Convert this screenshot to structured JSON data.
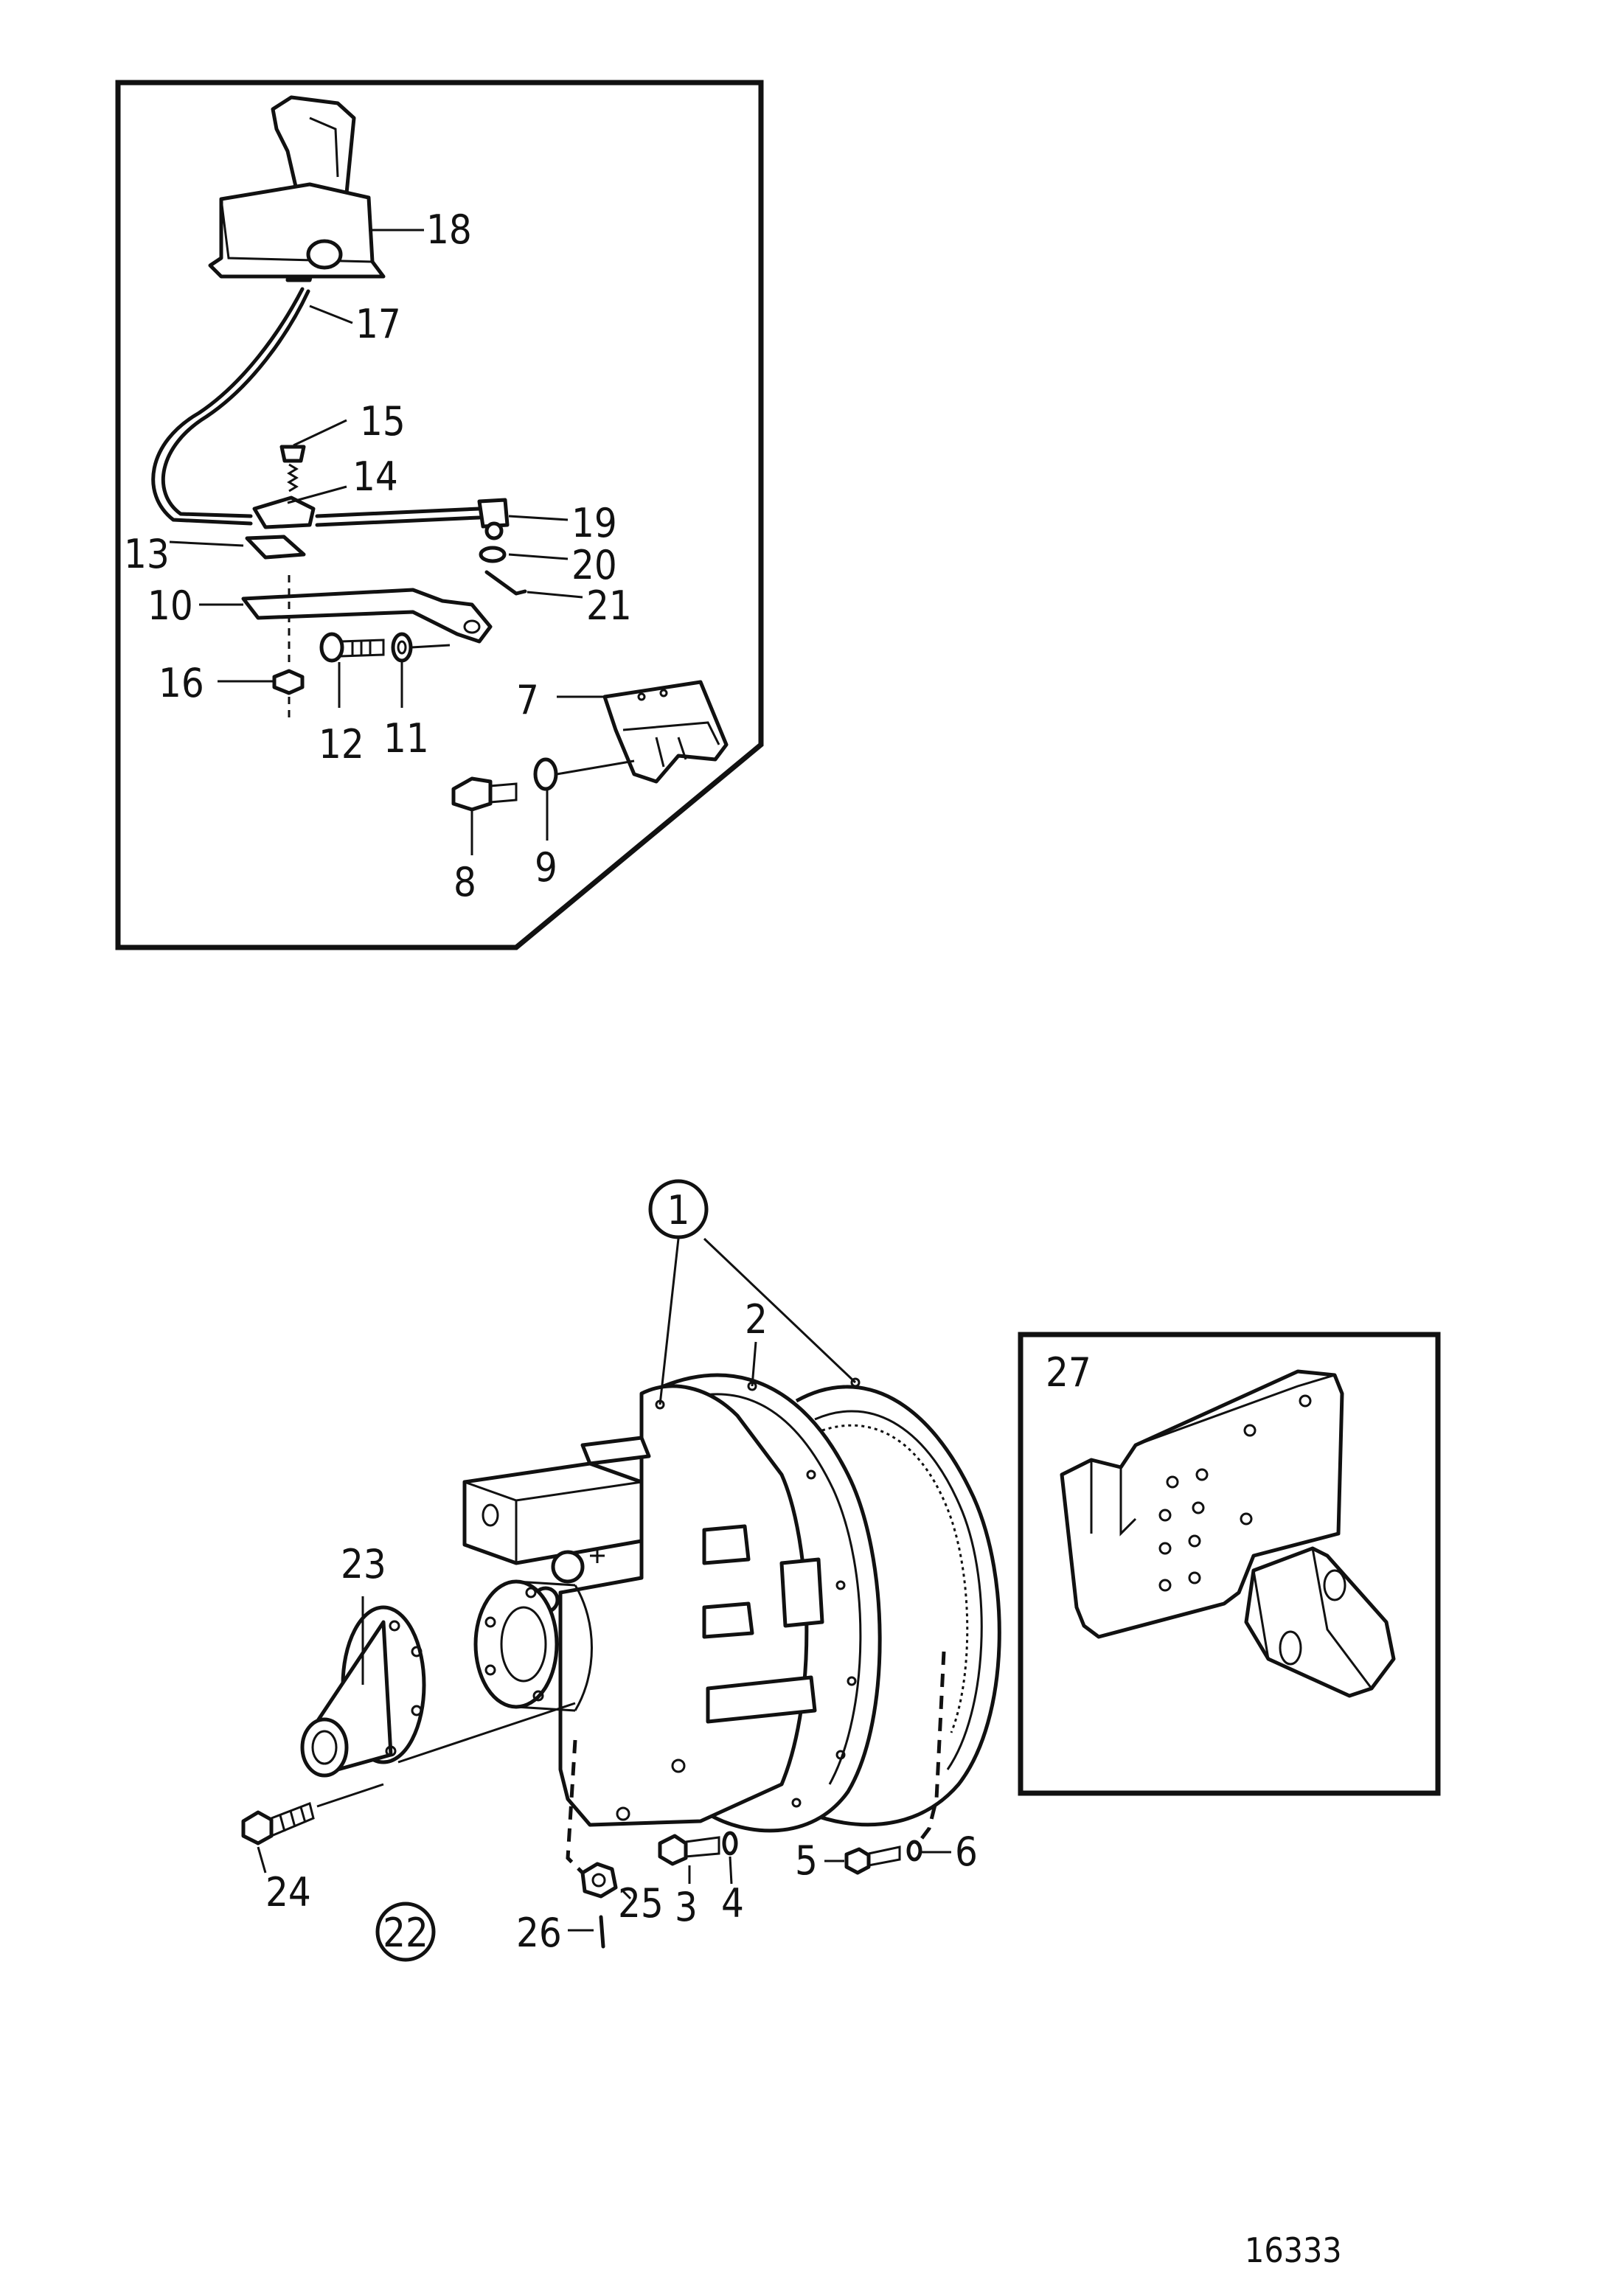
{
  "callouts": {
    "p1": "1",
    "p2": "2",
    "p3": "3",
    "p4": "4",
    "p5": "5",
    "p6": "6",
    "p7": "7",
    "p8": "8",
    "p9": "9",
    "p10": "10",
    "p11": "11",
    "p12": "12",
    "p13": "13",
    "p14": "14",
    "p15": "15",
    "p16": "16",
    "p17": "17",
    "p18": "18",
    "p19": "19",
    "p20": "20",
    "p21": "21",
    "p22": "22",
    "p23": "23",
    "p24": "24",
    "p25": "25",
    "p26": "26",
    "p27": "27"
  },
  "figure_number": "16333"
}
